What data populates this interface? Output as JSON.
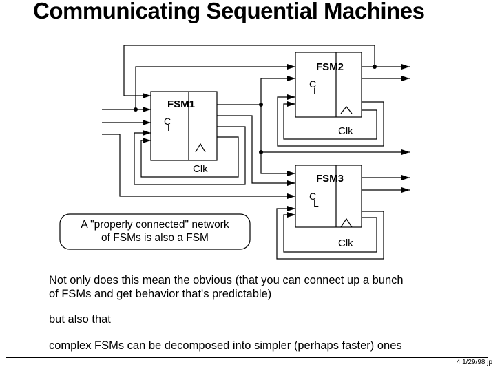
{
  "title": "Communicating Sequential Machines",
  "diagram": {
    "fsm1": {
      "label": "FSM1",
      "cl": [
        "C",
        "L"
      ],
      "clk": "Clk"
    },
    "fsm2": {
      "label": "FSM2",
      "cl": [
        "C",
        "L"
      ],
      "clk": "Clk"
    },
    "fsm3": {
      "label": "FSM3",
      "cl": [
        "C",
        "L"
      ],
      "clk": "Clk"
    },
    "callout": [
      "A \"properly connected\" network",
      "of FSMs is also a FSM"
    ]
  },
  "paragraphs": {
    "p1_line1": "Not only does this mean the obvious (that you can connect up a bunch",
    "p1_line2": "of FSMs and get behavior that's predictable)",
    "p2": "but also that",
    "p3": "complex FSMs can be decomposed into simpler (perhaps faster) ones"
  },
  "footer": "4   1/29/98   jp"
}
